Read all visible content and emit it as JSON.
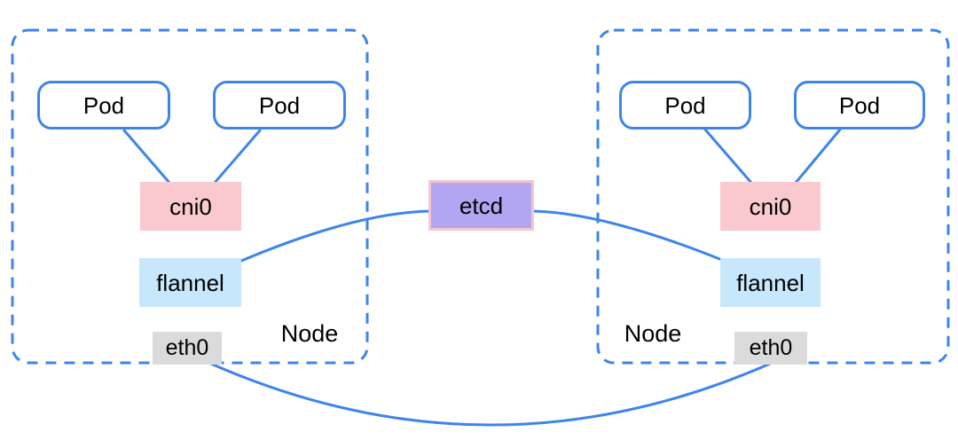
{
  "diagram": {
    "description": "Two Kubernetes nodes with pods bridged by cni0, connected via flannel overlay and etcd datastore; eth0 interfaces linked across nodes",
    "nodes": [
      {
        "label": "Node",
        "pods": [
          "Pod",
          "Pod"
        ],
        "bridge_label": "cni0",
        "overlay_label": "flannel",
        "nic_label": "eth0"
      },
      {
        "label": "Node",
        "pods": [
          "Pod",
          "Pod"
        ],
        "bridge_label": "cni0",
        "overlay_label": "flannel",
        "nic_label": "eth0"
      }
    ],
    "datastore_label": "etcd",
    "colors": {
      "line_blue": "#3D85E9",
      "cni0_fill": "#F9C9CF",
      "flannel_fill": "#C7E7FC",
      "eth0_fill": "#DBDBDB",
      "etcd_fill": "#B2A5F2",
      "etcd_border": "#F6C6CE",
      "text": "#000000",
      "background": "#FFFFFF"
    }
  }
}
